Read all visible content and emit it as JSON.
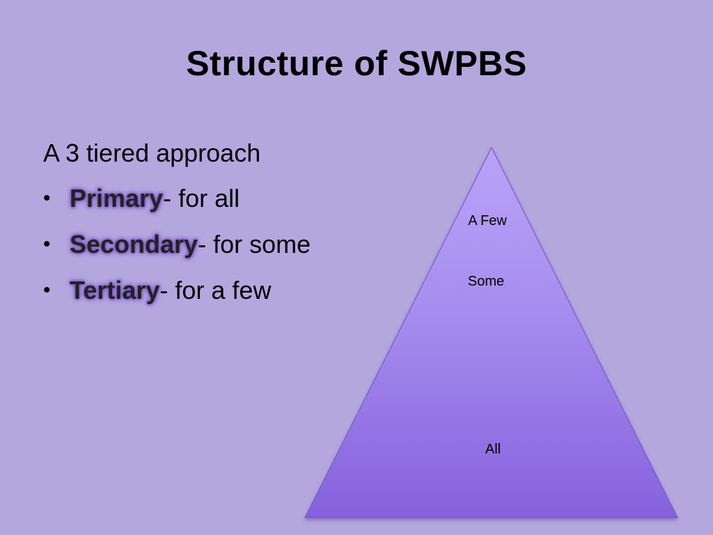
{
  "slide": {
    "title": "Structure of SWPBS",
    "intro": "A 3 tiered approach",
    "tiers": [
      {
        "term": "Primary",
        "description": "- for all"
      },
      {
        "term": "Secondary",
        "description": "- for some"
      },
      {
        "term": "Tertiary",
        "description": "- for a few"
      }
    ],
    "bullet": "•"
  },
  "pyramid": {
    "labels": {
      "top": "A Few",
      "middle": "Some",
      "bottom": "All"
    },
    "colors": {
      "top": "#b9a3f9",
      "bottom": "#8661de",
      "edge": "#6f55c2"
    }
  },
  "colors": {
    "background": "#b4a7de",
    "term_glow": "#7d5cc8"
  }
}
